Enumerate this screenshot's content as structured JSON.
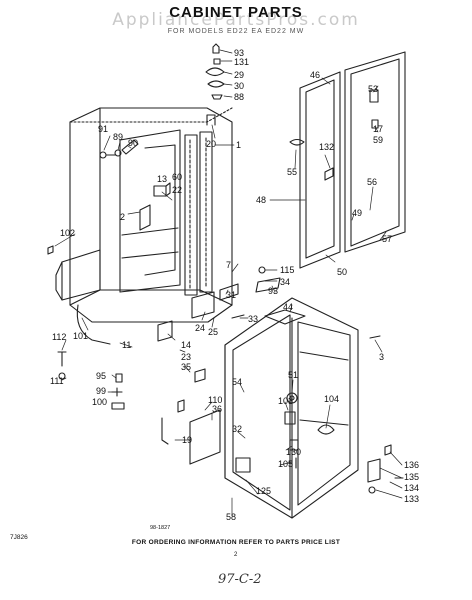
{
  "page": {
    "title": "CABINET PARTS",
    "watermark": "AppliancePartsPros.com",
    "subtitle": "FOR MODELS ED22 EA ED22 MW",
    "footer_code": "7J826",
    "drawing_number": "98-1827",
    "footer_note": "FOR ORDERING INFORMATION REFER TO PARTS PRICE LIST",
    "page_number": "2",
    "handwritten_note": "97-C-2"
  },
  "callouts": [
    {
      "id": "93-top",
      "text": "93"
    },
    {
      "id": "131",
      "text": "131"
    },
    {
      "id": "29",
      "text": "29"
    },
    {
      "id": "30",
      "text": "30"
    },
    {
      "id": "88",
      "text": "88"
    },
    {
      "id": "46",
      "text": "46"
    },
    {
      "id": "53",
      "text": "53"
    },
    {
      "id": "17",
      "text": "17"
    },
    {
      "id": "59",
      "text": "59"
    },
    {
      "id": "91",
      "text": "91"
    },
    {
      "id": "89",
      "text": "89"
    },
    {
      "id": "90",
      "text": "90"
    },
    {
      "id": "20",
      "text": "20"
    },
    {
      "id": "1",
      "text": "1"
    },
    {
      "id": "60",
      "text": "60"
    },
    {
      "id": "13",
      "text": "13"
    },
    {
      "id": "22",
      "text": "22"
    },
    {
      "id": "132",
      "text": "132"
    },
    {
      "id": "55",
      "text": "55"
    },
    {
      "id": "56",
      "text": "56"
    },
    {
      "id": "48",
      "text": "48"
    },
    {
      "id": "49",
      "text": "49"
    },
    {
      "id": "57",
      "text": "57"
    },
    {
      "id": "2",
      "text": "2"
    },
    {
      "id": "102",
      "text": "102"
    },
    {
      "id": "50",
      "text": "50"
    },
    {
      "id": "7",
      "text": "7"
    },
    {
      "id": "115",
      "text": "115"
    },
    {
      "id": "34",
      "text": "34"
    },
    {
      "id": "93-mid",
      "text": "93"
    },
    {
      "id": "31",
      "text": "31"
    },
    {
      "id": "44",
      "text": "44"
    },
    {
      "id": "33",
      "text": "33"
    },
    {
      "id": "101",
      "text": "101"
    },
    {
      "id": "24",
      "text": "24"
    },
    {
      "id": "25",
      "text": "25"
    },
    {
      "id": "112",
      "text": "112"
    },
    {
      "id": "11",
      "text": "11"
    },
    {
      "id": "14",
      "text": "14"
    },
    {
      "id": "23",
      "text": "23"
    },
    {
      "id": "35",
      "text": "35"
    },
    {
      "id": "111",
      "text": "111"
    },
    {
      "id": "95",
      "text": "95"
    },
    {
      "id": "99",
      "text": "99"
    },
    {
      "id": "100",
      "text": "100"
    },
    {
      "id": "3",
      "text": "3"
    },
    {
      "id": "54",
      "text": "54"
    },
    {
      "id": "51",
      "text": "51"
    },
    {
      "id": "110",
      "text": "110"
    },
    {
      "id": "36",
      "text": "36"
    },
    {
      "id": "103",
      "text": "103"
    },
    {
      "id": "104",
      "text": "104"
    },
    {
      "id": "19",
      "text": "19"
    },
    {
      "id": "32",
      "text": "32"
    },
    {
      "id": "130",
      "text": "130"
    },
    {
      "id": "105",
      "text": "105"
    },
    {
      "id": "136",
      "text": "136"
    },
    {
      "id": "135",
      "text": "135"
    },
    {
      "id": "134",
      "text": "134"
    },
    {
      "id": "133",
      "text": "133"
    },
    {
      "id": "125",
      "text": "125"
    },
    {
      "id": "58",
      "text": "58"
    }
  ]
}
